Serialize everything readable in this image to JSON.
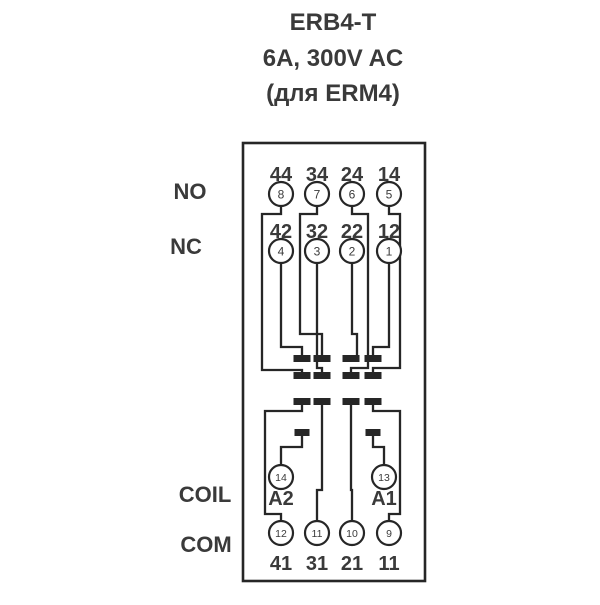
{
  "title": {
    "line1": "ERB4-T",
    "line2": "6A, 300V AC",
    "line3": "(для ERM4)"
  },
  "side_labels": {
    "no": "NO",
    "nc": "NC",
    "coil": "COIL",
    "com": "COM"
  },
  "terminals": {
    "no_row": [
      {
        "label": "44",
        "pin": "8"
      },
      {
        "label": "34",
        "pin": "7"
      },
      {
        "label": "24",
        "pin": "6"
      },
      {
        "label": "14",
        "pin": "5"
      }
    ],
    "nc_row": [
      {
        "label": "42",
        "pin": "4"
      },
      {
        "label": "32",
        "pin": "3"
      },
      {
        "label": "22",
        "pin": "2"
      },
      {
        "label": "12",
        "pin": "1"
      }
    ],
    "coil": [
      {
        "label": "A2",
        "pin": "14"
      },
      {
        "label": "A1",
        "pin": "13"
      }
    ],
    "com_row": [
      {
        "label": "41",
        "pin": "12"
      },
      {
        "label": "31",
        "pin": "11"
      },
      {
        "label": "21",
        "pin": "10"
      },
      {
        "label": "11",
        "pin": "9"
      }
    ]
  },
  "colors": {
    "line": "#262626",
    "text": "#3a3a3a",
    "background": "#ffffff"
  }
}
